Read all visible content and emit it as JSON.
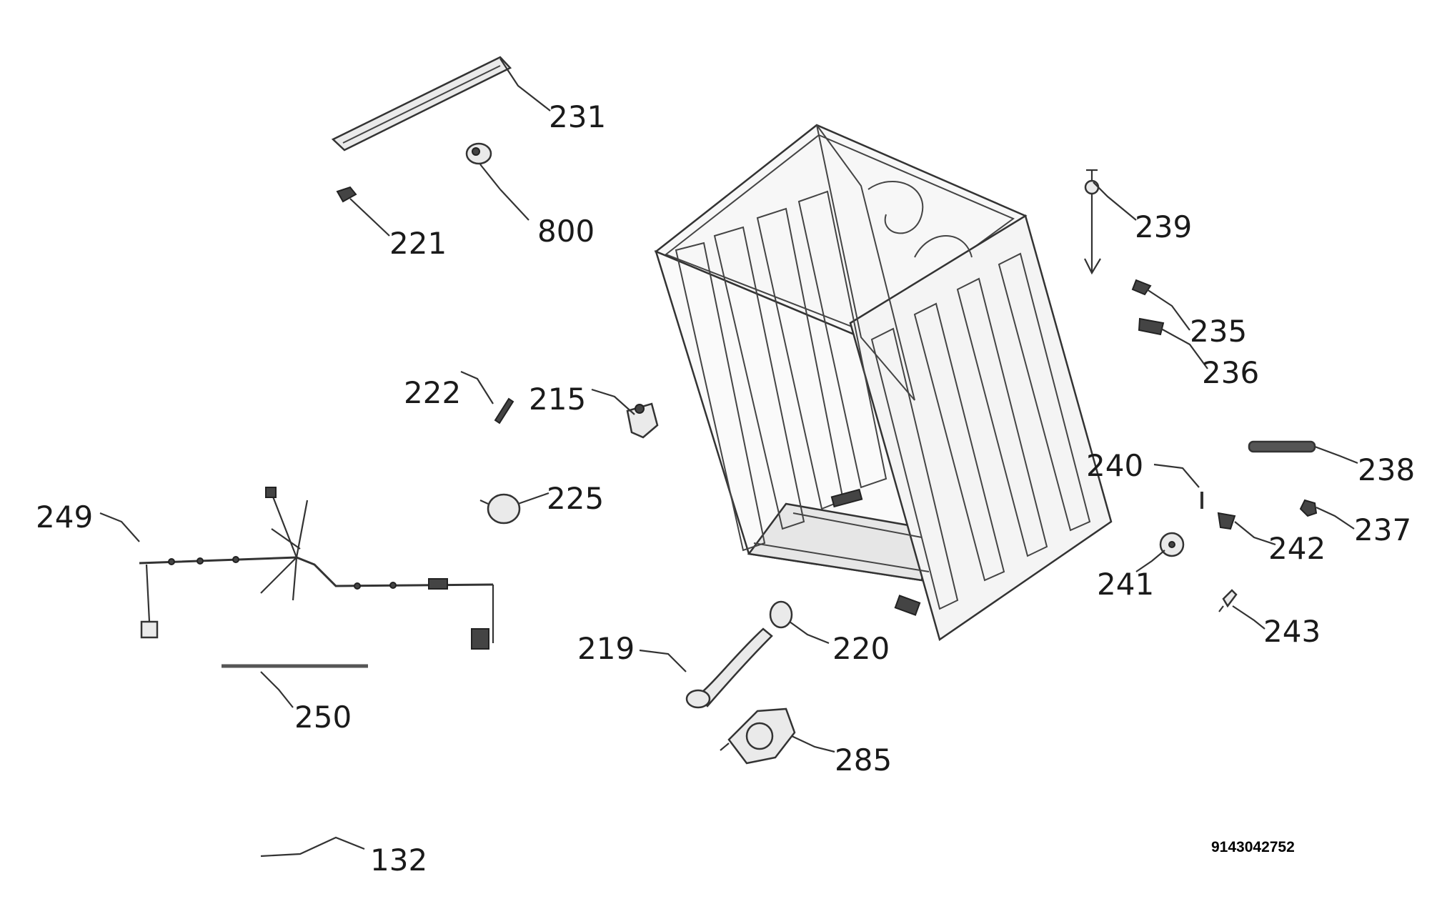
{
  "diagram": {
    "document_code": "9143042752",
    "part_numbers": {
      "p231": "231",
      "p221": "221",
      "p800": "800",
      "p239": "239",
      "p235": "235",
      "p236": "236",
      "p222": "222",
      "p215": "215",
      "p225": "225",
      "p240": "240",
      "p238": "238",
      "p237": "237",
      "p242": "242",
      "p241": "241",
      "p243": "243",
      "p249": "249",
      "p219": "219",
      "p220": "220",
      "p250": "250",
      "p285": "285",
      "p132": "132"
    }
  }
}
